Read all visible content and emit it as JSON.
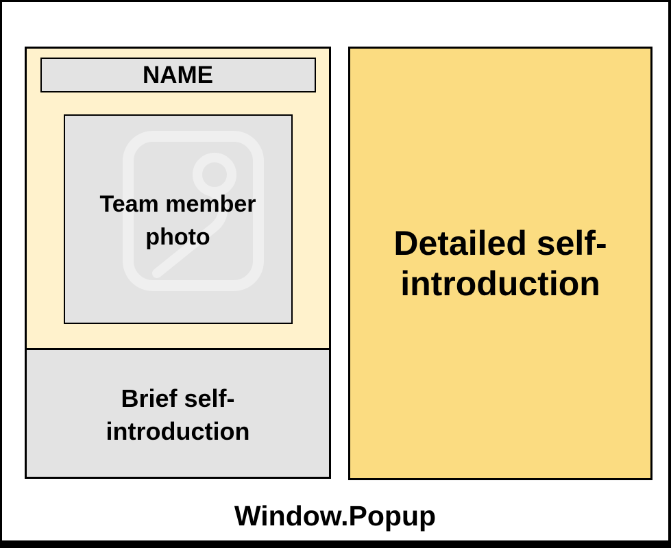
{
  "member_card": {
    "name_label": "NAME",
    "photo_placeholder_label": "Team member photo",
    "brief_intro_label": "Brief self-introduction"
  },
  "detail_panel": {
    "label": "Detailed self-introduction"
  },
  "caption": "Window.Popup",
  "icons": {
    "photo_watermark": "person-photo-placeholder-icon"
  },
  "colors": {
    "card_background": "#FFF2CC",
    "detail_background": "#FBDC81",
    "placeholder_gray": "#E3E3E3",
    "outline": "#000000",
    "text": "#000000",
    "page_background": "#FFFFFF"
  }
}
